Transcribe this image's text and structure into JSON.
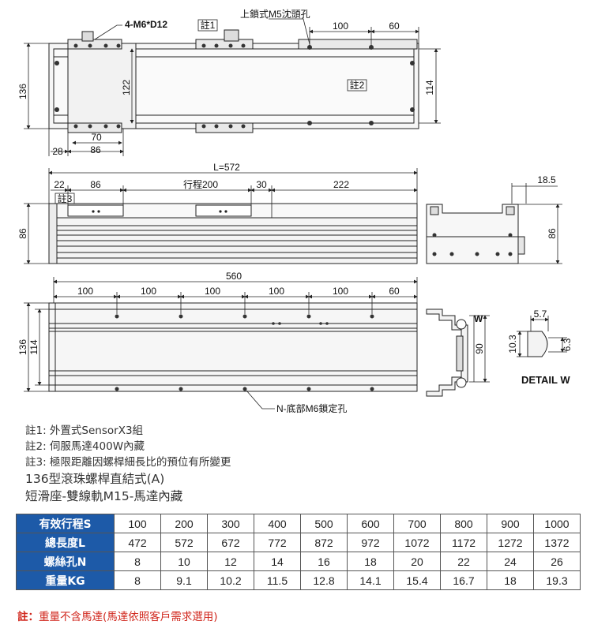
{
  "top_view": {
    "dim_left_height": "136",
    "dim_inner_height": "122",
    "dim_right_height": "114",
    "dim_hole_spacing": "70",
    "dim_edge": "28",
    "dim_carriage_width": "86",
    "dim_pitch": "100",
    "dim_end": "60",
    "label_holes": "4-M6*D12",
    "label_note1": "註1",
    "label_note2": "註2",
    "label_top_lock": "上鎖式M5沈頭孔"
  },
  "side_view": {
    "dim_total_length": "L=572",
    "dim_22": "22",
    "dim_86": "86",
    "dim_stroke": "行程200",
    "dim_30": "30",
    "dim_222": "222",
    "dim_height": "86",
    "label_note3": "註3"
  },
  "end_view": {
    "dim_18_5": "18.5",
    "dim_height": "86"
  },
  "bottom_view": {
    "dim_total": "560",
    "pitches": [
      "100",
      "100",
      "100",
      "100",
      "100"
    ],
    "dim_end": "60",
    "dim_outer": "136",
    "dim_inner": "114",
    "label_bottom_holes": "N-底部M6鎖定孔"
  },
  "profile_view": {
    "dim_90": "90",
    "label_w": "W"
  },
  "detail_w": {
    "title": "DETAIL W",
    "dim_5_7": "5.7",
    "dim_10_3": "10.3",
    "dim_6_3": "6.3"
  },
  "notes": [
    "註1: 外置式SensorX3組",
    "註2: 伺服馬達400W內藏",
    "註3: 極限距離因螺桿細長比的預位有所變更"
  ],
  "title_line1": "136型滾珠螺桿直結式(A)",
  "title_line2": "短滑座-雙線軌M15-馬達內藏",
  "spec_table": {
    "rows": [
      {
        "label": "有效行程S",
        "values": [
          "100",
          "200",
          "300",
          "400",
          "500",
          "600",
          "700",
          "800",
          "900",
          "1000"
        ]
      },
      {
        "label": "總長度L",
        "values": [
          "472",
          "572",
          "672",
          "772",
          "872",
          "972",
          "1072",
          "1172",
          "1272",
          "1372"
        ]
      },
      {
        "label": "螺絲孔N",
        "values": [
          "8",
          "10",
          "12",
          "14",
          "16",
          "18",
          "20",
          "22",
          "24",
          "26"
        ]
      },
      {
        "label": "重量KG",
        "values": [
          "8",
          "9.1",
          "10.2",
          "11.5",
          "12.8",
          "14.1",
          "15.4",
          "16.7",
          "18",
          "19.3"
        ]
      }
    ]
  },
  "footnote": {
    "prefix": "註：",
    "text": "重量不含馬達(馬達依照客戶需求選用)"
  },
  "colors": {
    "header_blue": "#1d5aa8",
    "footnote_red": "#d0261c",
    "line": "#222222"
  }
}
